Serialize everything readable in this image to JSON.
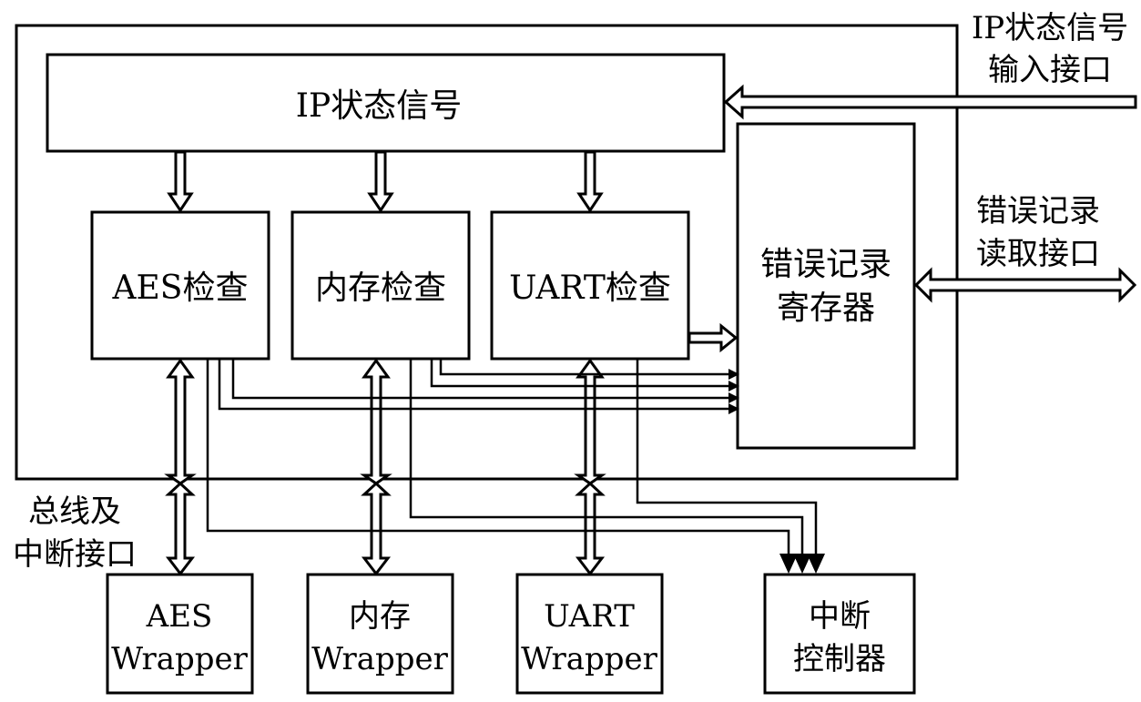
{
  "top_block": {
    "label": "IP状态信号"
  },
  "checkers": [
    {
      "label": "AES检查"
    },
    {
      "label": "内存检查"
    },
    {
      "label": "UART检查"
    }
  ],
  "error_register": {
    "line1": "错误记录",
    "line2": "寄存器"
  },
  "interfaces": {
    "ip_input": {
      "line1": "IP状态信号",
      "line2": "输入接口"
    },
    "error_read": {
      "line1": "错误记录",
      "line2": "读取接口"
    },
    "bus_interrupt": {
      "line1": "总线及",
      "line2": "中断接口"
    }
  },
  "wrappers": [
    {
      "line1": "AES",
      "line2": "Wrapper"
    },
    {
      "line1": "内存",
      "line2": "Wrapper"
    },
    {
      "line1": "UART",
      "line2": "Wrapper"
    }
  ],
  "interrupt_controller": {
    "line1": "中断",
    "line2": "控制器"
  }
}
